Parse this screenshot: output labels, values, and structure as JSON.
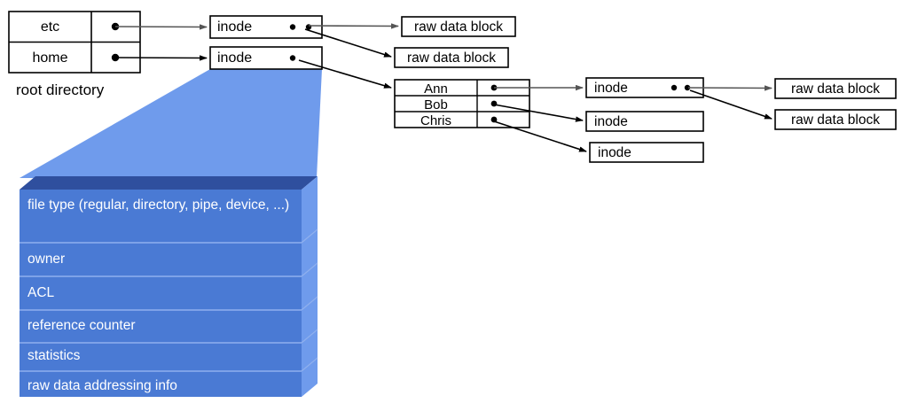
{
  "diagram": {
    "title": "Unix inode / directory structure diagram",
    "colors": {
      "box_fill": "#ffffff",
      "box_stroke": "#000000",
      "arrow_color": "#000000",
      "gray_arrow_color": "#555555",
      "blue_front": "#4a7ad4",
      "blue_top": "#2f4f9e",
      "blue_side": "#6f9bec",
      "blue_funnel": "#6f9bec",
      "blue_divider": "#8fb0ee",
      "text_on_blue": "#ffffff"
    },
    "root_directory": {
      "caption": "root directory",
      "rows": [
        {
          "name": "etc",
          "pointer": "●"
        },
        {
          "name": "home",
          "pointer": "●"
        }
      ]
    },
    "home_directory": {
      "rows": [
        {
          "name": "Ann",
          "pointer": "●"
        },
        {
          "name": "Bob",
          "pointer": "●"
        },
        {
          "name": "Chris",
          "pointer": "●"
        }
      ]
    },
    "inodes": [
      {
        "id": "inode-etc",
        "label": "inode",
        "pointers": [
          "●",
          "●"
        ]
      },
      {
        "id": "inode-home",
        "label": "inode",
        "pointers": [
          "●"
        ]
      },
      {
        "id": "inode-ann",
        "label": "inode",
        "pointers": [
          "●",
          "●"
        ]
      },
      {
        "id": "inode-bob",
        "label": "inode",
        "pointers": []
      },
      {
        "id": "inode-chris",
        "label": "inode",
        "pointers": []
      }
    ],
    "raw_data_blocks": [
      {
        "id": "rdb-etc-1",
        "label": "raw data block"
      },
      {
        "id": "rdb-etc-2",
        "label": "raw data block"
      },
      {
        "id": "rdb-ann-1",
        "label": "raw data block"
      },
      {
        "id": "rdb-ann-2",
        "label": "raw data block"
      }
    ],
    "inode_detail": {
      "fields": [
        "file type (regular, directory, pipe, device, ...)",
        "owner",
        "ACL",
        "reference counter",
        "statistics",
        "raw data addressing info"
      ]
    }
  }
}
